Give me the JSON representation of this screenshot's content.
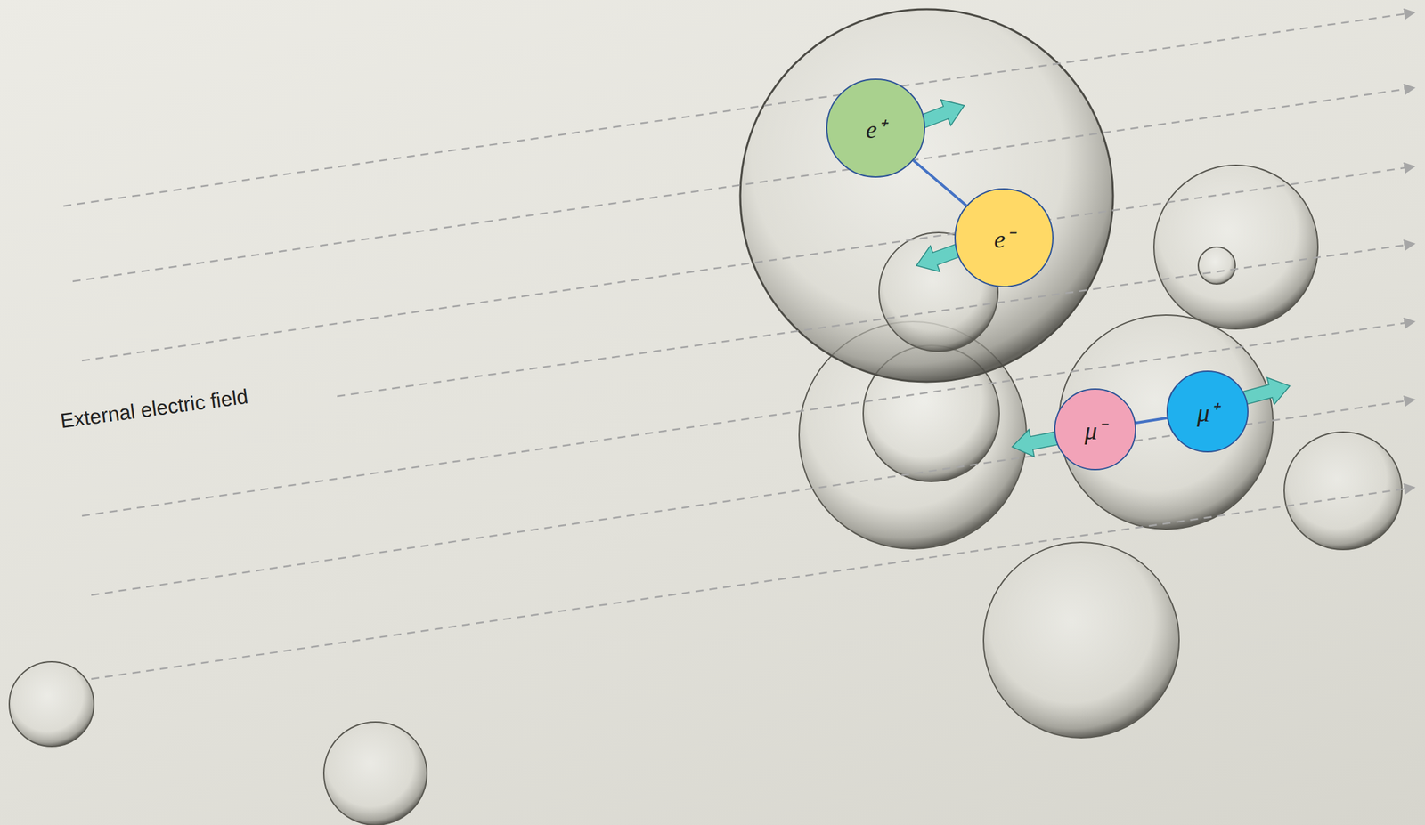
{
  "diagram": {
    "nodes": [
      {
        "text": [
          "e⁺"
        ]
      },
      {
        "text": [
          "e⁻"
        ]
      },
      {
        "text": [
          "μ⁻"
        ]
      },
      {
        "text": [
          "μ⁺"
        ]
      }
    ],
    "edges": [
      {
        "from": 0,
        "to": 1,
        "arrow": "none"
      },
      {
        "from": 2,
        "to": 3,
        "arrow": "none"
      }
    ],
    "labels": [
      "External electric field"
    ]
  }
}
